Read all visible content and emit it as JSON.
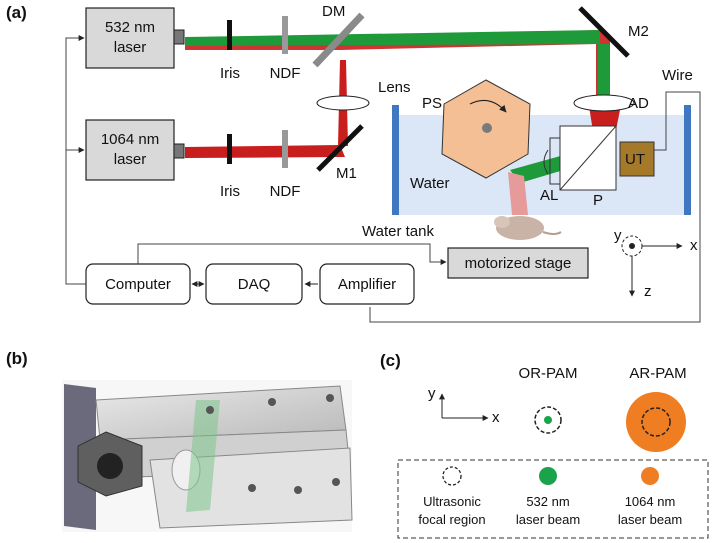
{
  "panels": {
    "a": "(a)",
    "b": "(b)",
    "c": "(c)"
  },
  "a": {
    "laser_532": [
      "532 nm",
      "laser"
    ],
    "laser_1064": [
      "1064 nm",
      "laser"
    ],
    "iris_top": "Iris",
    "ndf_top": "NDF",
    "iris_bottom": "Iris",
    "ndf_bottom": "NDF",
    "dm": "DM",
    "lens": "Lens",
    "m1": "M1",
    "m2": "M2",
    "ps": "PS",
    "ad": "AD",
    "wire": "Wire",
    "water": "Water",
    "al": "AL",
    "ut": "UT",
    "p": "P",
    "water_tank": "Water tank",
    "motorized_stage": "motorized stage",
    "computer": "Computer",
    "daq": "DAQ",
    "amplifier": "Amplifier",
    "axis_x": "x",
    "axis_y": "y",
    "axis_z": "z"
  },
  "c": {
    "axis_x": "x",
    "axis_y": "y",
    "or_pam": "OR-PAM",
    "ar_pam": "AR-PAM",
    "legend": [
      {
        "line1": "Ultrasonic",
        "line2": "focal region"
      },
      {
        "line1": "532 nm",
        "line2": "laser beam"
      },
      {
        "line1": "1064 nm",
        "line2": "laser beam"
      }
    ]
  },
  "colors": {
    "green_beam": "#1f9a3a",
    "red_beam": "#c81e1e",
    "water": "#dbe6f7",
    "polygon_scanner": "#f4bf95",
    "ut": "#a47a2a",
    "orange_spot": "#ef7d22",
    "green_spot": "#1aa34a"
  }
}
